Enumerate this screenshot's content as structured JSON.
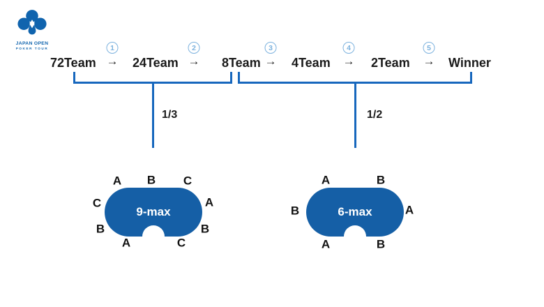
{
  "logo": {
    "line1": "JAPAN OPEN",
    "line2": "POKER TOUR"
  },
  "flow": {
    "teams": [
      "72Team",
      "24Team",
      "8Team",
      "4Team",
      "2Team",
      "Winner"
    ],
    "arrow": "→",
    "steps": [
      "1",
      "2",
      "3",
      "4",
      "5"
    ]
  },
  "groups": [
    {
      "ratio": "1/3",
      "table": {
        "name": "9-max",
        "seats": [
          "A",
          "B",
          "C",
          "C",
          "A",
          "B",
          "B",
          "A",
          "C"
        ]
      }
    },
    {
      "ratio": "1/2",
      "table": {
        "name": "6-max",
        "seats": [
          "A",
          "B",
          "B",
          "A",
          "A",
          "B"
        ]
      }
    }
  ],
  "colors": {
    "table_blue": "#155fa6",
    "line_blue": "#1767bd",
    "badge_blue": "#7cb2de",
    "logo_blue": "#1064ae",
    "text": "#1a1a1a"
  }
}
